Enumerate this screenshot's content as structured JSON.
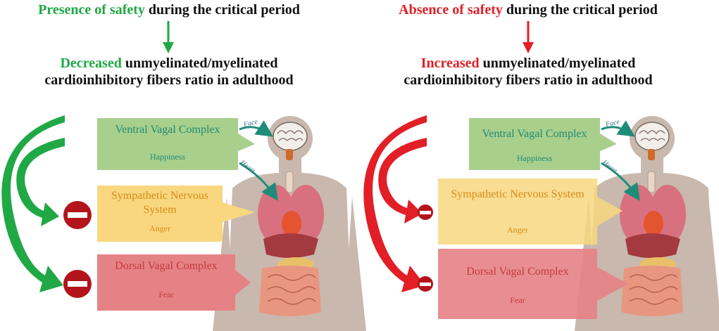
{
  "left": {
    "top_highlight": "Presence of safety",
    "top_rest": "during the critical period",
    "bottom_highlight": "Decreased",
    "bottom_rest_line1": "unmyelinated/myelinated",
    "bottom_line2": "cardioinhibitory fibers ratio in adulthood",
    "vvc_title": "Ventral Vagal Complex",
    "vvc_sub": "Happiness",
    "sns_title_line1": "Sympathetic Nervous",
    "sns_title_line2": "System",
    "sns_sub": "Anger",
    "dvc_title": "Dorsal Vagal Complex",
    "dvc_sub": "Fear",
    "face_tag": "Face",
    "heart_tag": "Heart"
  },
  "right": {
    "top_highlight": "Absence of safety",
    "top_rest": "during the critical period",
    "bottom_highlight": "Increased",
    "bottom_rest_line1": "unmyelinated/myelinated",
    "bottom_line2": "cardioinhibitory fibers ratio in adulthood",
    "vvc_title": "Ventral Vagal Complex",
    "vvc_sub": "Happiness",
    "sns_title": "Sympathetic Nervous System",
    "sns_sub": "Anger",
    "dvc_title": "Dorsal Vagal Complex",
    "dvc_sub": "Fear",
    "face_tag": "Face",
    "heart_tag": "Heart"
  },
  "colors": {
    "green": "#20a845",
    "red": "#e21e26",
    "vvc_box": "#a9cf8c",
    "sns_box": "#f8d77f",
    "dvc_box": "#e58286",
    "body": "#c9b8ad",
    "teal_arrow": "#1f8c7a",
    "inhibit": "#b3141b"
  }
}
